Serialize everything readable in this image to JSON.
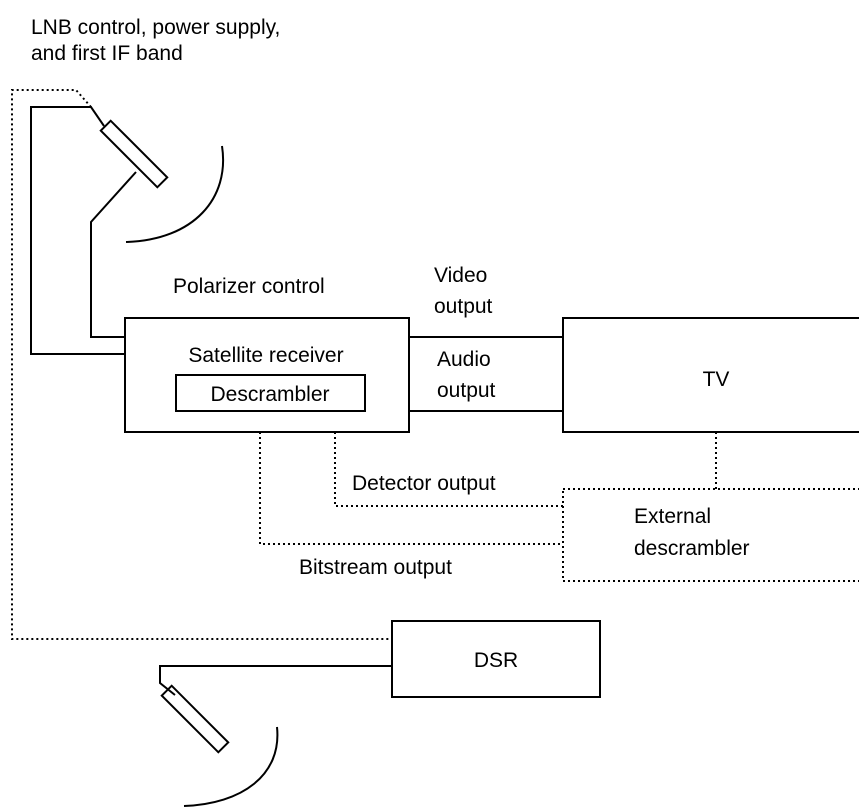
{
  "labels": {
    "lnb_line1": "LNB control, power supply,",
    "lnb_line2": "and first IF band",
    "polarizer": "Polarizer control",
    "video_line1": "Video",
    "video_line2": "output",
    "audio_line1": "Audio",
    "audio_line2": "output",
    "satellite_receiver": "Satellite receiver",
    "descrambler": "Descrambler",
    "tv": "TV",
    "detector_output": "Detector output",
    "external_line1": "External",
    "external_line2": "descrambler",
    "bitstream_output": "Bitstream output",
    "dsr": "DSR"
  }
}
